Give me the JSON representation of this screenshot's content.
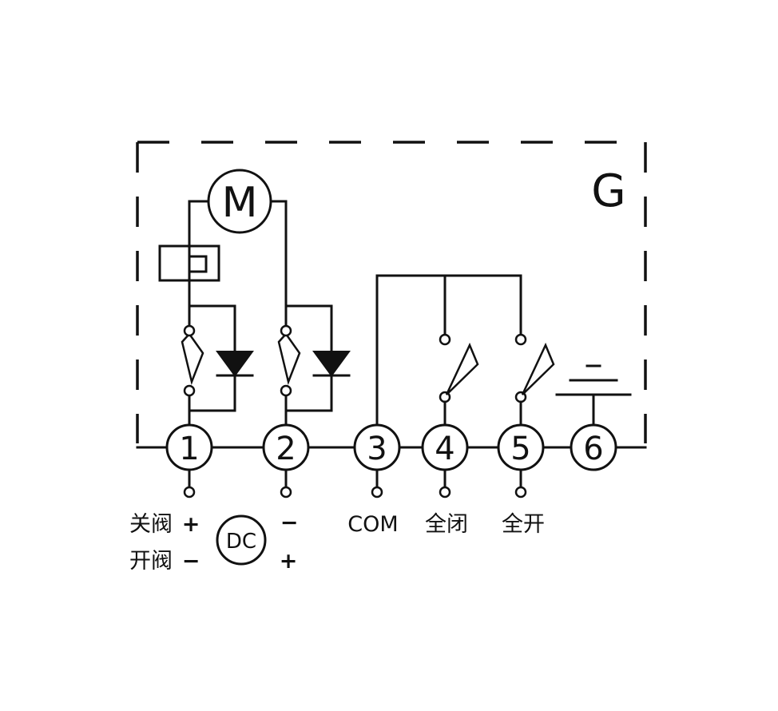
{
  "box_label": "G",
  "motor_label": "M",
  "dc_label": "DC",
  "terminals": [
    {
      "num": "1",
      "label": ""
    },
    {
      "num": "2",
      "label": ""
    },
    {
      "num": "3",
      "label": "COM"
    },
    {
      "num": "4",
      "label": "全闭"
    },
    {
      "num": "5",
      "label": "全开"
    },
    {
      "num": "6",
      "label": ""
    }
  ],
  "close_valve_label": "关阀",
  "open_valve_label": "开阀",
  "close_pol_1": "+",
  "close_pol_2": "−",
  "open_pol_1": "−",
  "open_pol_2": "+",
  "ground_sign": "−"
}
